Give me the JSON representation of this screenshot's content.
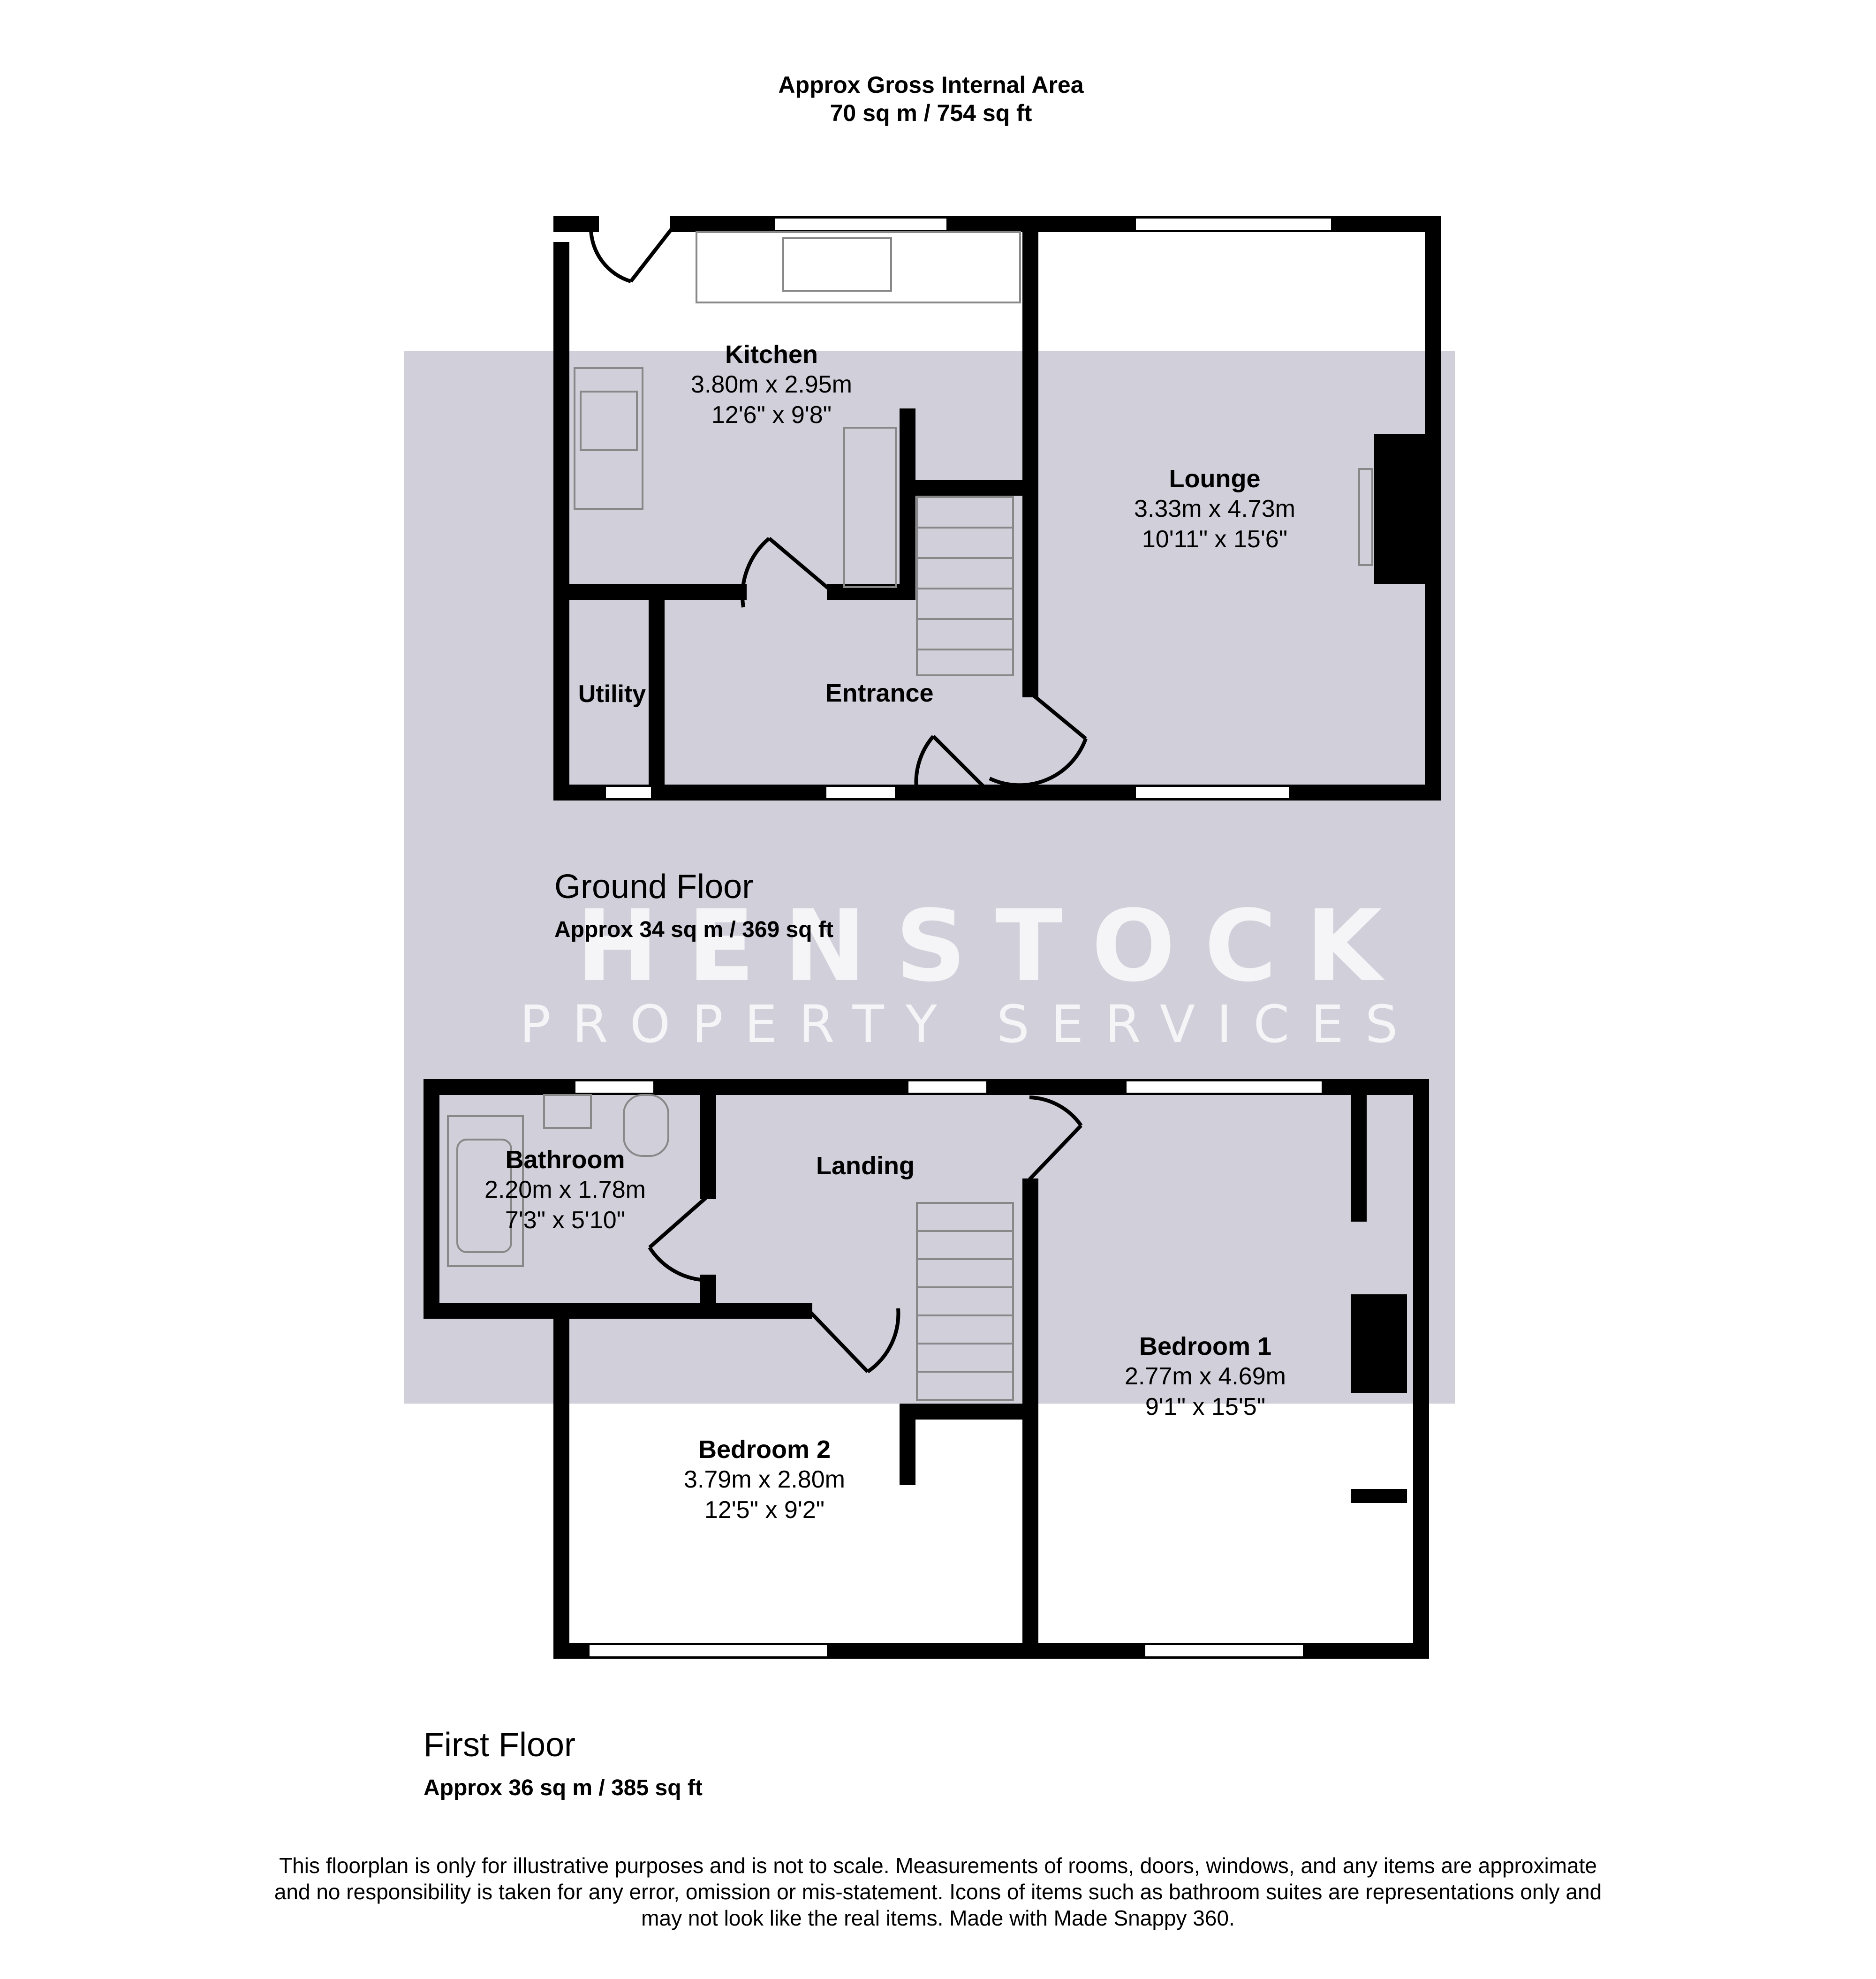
{
  "header": {
    "title": "Approx Gross Internal Area",
    "area": "70 sq m / 754 sq ft"
  },
  "ground_floor": {
    "name": "Ground Floor",
    "area": "Approx 34 sq m / 369 sq ft",
    "rooms": [
      {
        "name": "Kitchen",
        "metric": "3.80m x 2.95m",
        "imperial": "12'6\" x 9'8\""
      },
      {
        "name": "Lounge",
        "metric": "3.33m x 4.73m",
        "imperial": "10'11\" x 15'6\""
      },
      {
        "name": "Utility"
      },
      {
        "name": "Entrance"
      }
    ]
  },
  "first_floor": {
    "name": "First Floor",
    "area": "Approx 36 sq m / 385 sq ft",
    "rooms": [
      {
        "name": "Bathroom",
        "metric": "2.20m x 1.78m",
        "imperial": "7'3\" x 5'10\""
      },
      {
        "name": "Landing"
      },
      {
        "name": "Bedroom 1",
        "metric": "2.77m x 4.69m",
        "imperial": "9'1\" x 15'5\""
      },
      {
        "name": "Bedroom 2",
        "metric": "3.79m x 2.80m",
        "imperial": "12'5\" x 9'2\""
      }
    ]
  },
  "watermark": {
    "brand": "HENSTOCK",
    "tagline": "PROPERTY SERVICES"
  },
  "disclaimer": [
    "This floorplan is only for illustrative purposes and is not to scale. Measurements of rooms, doors, windows, and any items are approximate",
    "and no responsibility is taken for any error, omission or mis-statement. Icons of items such as bathroom suites are representations only and",
    "may not look like the real items. Made with Made Snappy 360."
  ],
  "colors": {
    "wall": "#000000",
    "watermark_panel": "#d1cfda",
    "watermark_text": "#ffffff",
    "fixture_stroke": "#888888"
  }
}
